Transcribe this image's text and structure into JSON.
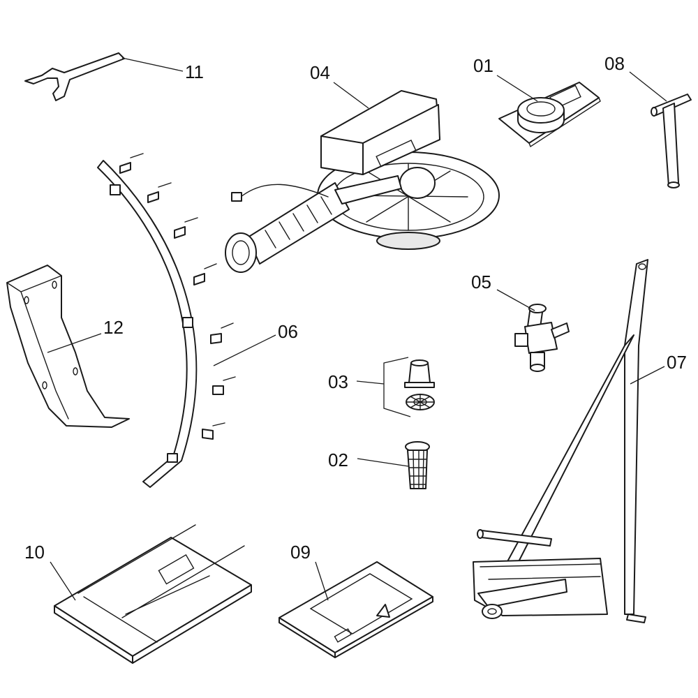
{
  "callouts": {
    "c01": "01",
    "c02": "02",
    "c03": "03",
    "c04": "04",
    "c05": "05",
    "c06": "06",
    "c07": "07",
    "c08": "08",
    "c09": "09",
    "c10": "10",
    "c11": "11",
    "c12": "12"
  },
  "colors": {
    "line": "#1a1a1a",
    "background": "#ffffff",
    "shade": "#e8e8e8"
  }
}
